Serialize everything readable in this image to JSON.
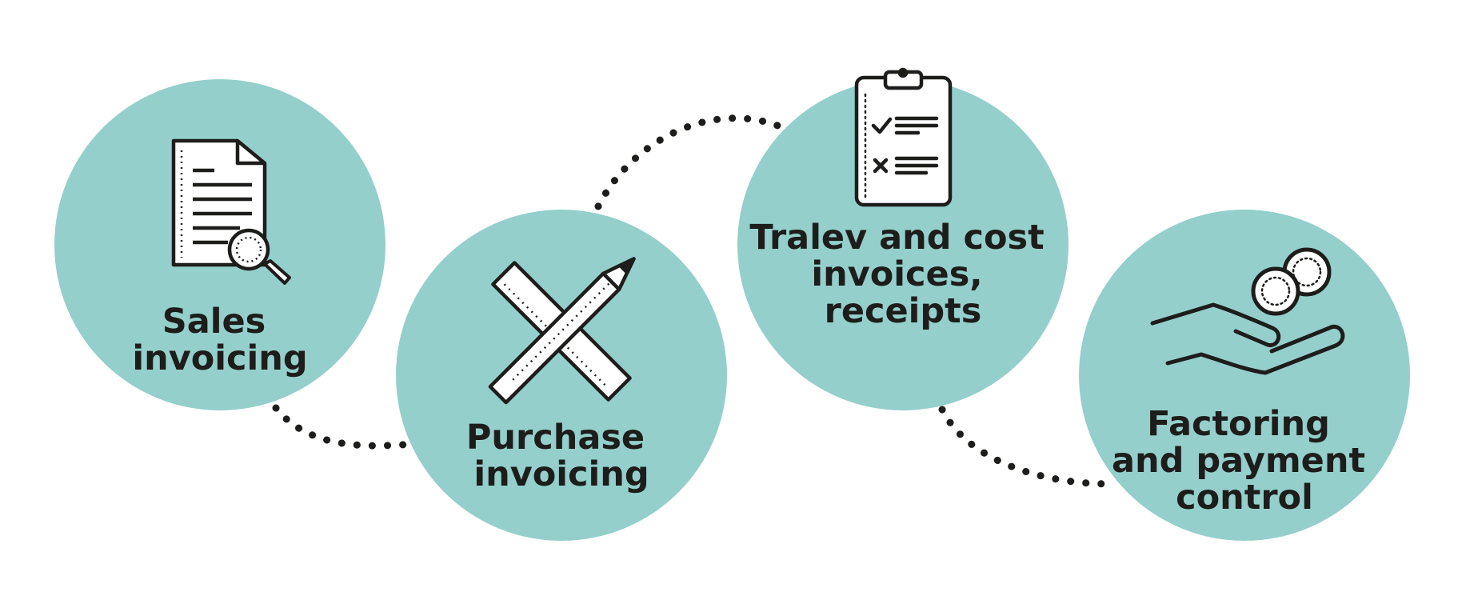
{
  "diagram": {
    "colors": {
      "circle_fill": "#94cfcb",
      "ink": "#1d1d1b",
      "paper": "#ffffff"
    },
    "connector_style": "dotted",
    "nodes": [
      {
        "id": "sales",
        "icon": "document-magnifier-icon",
        "label_lines": [
          "Sales",
          "invoicing"
        ]
      },
      {
        "id": "purchase",
        "icon": "ruler-pencil-icon",
        "label_lines": [
          "Purchase",
          "invoicing"
        ]
      },
      {
        "id": "travel",
        "icon": "clipboard-checklist-icon",
        "label_lines": [
          "Tralev and cost",
          "invoices,",
          "receipts"
        ]
      },
      {
        "id": "factoring",
        "icon": "hand-coins-icon",
        "label_lines": [
          "Factoring",
          "and payment",
          "control"
        ]
      }
    ]
  }
}
